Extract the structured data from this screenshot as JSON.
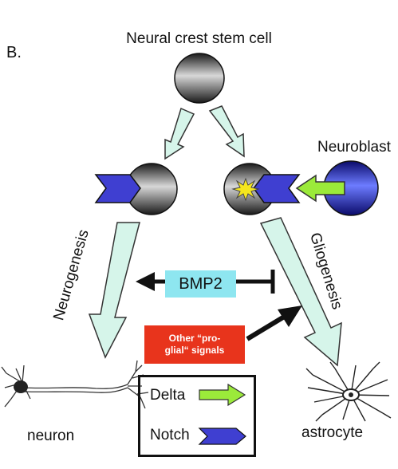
{
  "panel_label": "B.",
  "title": "Neural crest stem cell",
  "neuroblast_label": "Neuroblast",
  "neurogenesis_label": "Neurogenesis",
  "gliogenesis_label": "Gliogenesis",
  "bmp2_label": "BMP2",
  "proglial_label_line1": "Other “pro-",
  "proglial_label_line2": "glial“ signals",
  "neuron_label": "neuron",
  "astrocyte_label": "astrocyte",
  "legend": {
    "delta_label": "Delta",
    "notch_label": "Notch"
  },
  "colors": {
    "delta_arrow": "#9bea3a",
    "notch": "#3f3fd1",
    "pathway_arrow": "#d6f5ea",
    "bmp2_box": "#8ee6f0",
    "proglial_box": "#e8341c",
    "signal_star": "#f5e61e"
  }
}
